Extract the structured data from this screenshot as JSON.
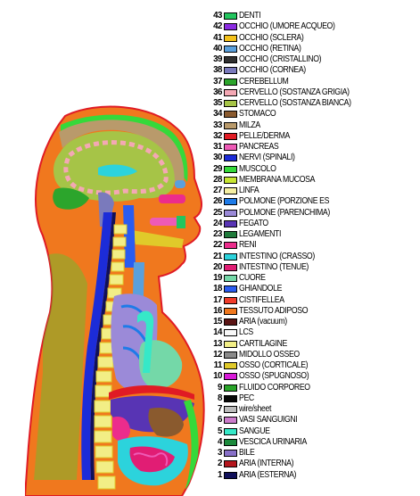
{
  "figure": {
    "section_legend": [
      {
        "index": "43",
        "label": "DENTI",
        "color": "#22c55e"
      },
      {
        "index": "42",
        "label": "OCCHIO (UMORE ACQUEO)",
        "color": "#8b2be2"
      },
      {
        "index": "41",
        "label": "OCCHIO (SCLERA)",
        "color": "#f4c21a"
      },
      {
        "index": "40",
        "label": "OCCHIO (RETINA)",
        "color": "#5aa0dc"
      },
      {
        "index": "39",
        "label": "OCCHIO (CRISTALLINO)",
        "color": "#303030"
      },
      {
        "index": "38",
        "label": "OCCHIO (CORNEA)",
        "color": "#7a7abc"
      },
      {
        "index": "37",
        "label": "CEREBELLUM",
        "color": "#2ca52c"
      },
      {
        "index": "36",
        "label": "CERVELLO (SOSTANZA GRIGIA)",
        "color": "#f4a8b4"
      },
      {
        "index": "35",
        "label": "CERVELLO (SOSTANZA BIANCA)",
        "color": "#a6c447"
      },
      {
        "index": "34",
        "label": "STOMACO",
        "color": "#8a5a2e"
      },
      {
        "index": "33",
        "label": "MILZA",
        "color": "#b99a6b"
      },
      {
        "index": "32",
        "label": "PELLE/DERMA",
        "color": "#e01b24"
      },
      {
        "index": "31",
        "label": "PANCREAS",
        "color": "#ee5ab6"
      },
      {
        "index": "30",
        "label": "NERVI (SPINALI)",
        "color": "#1c2cd8"
      },
      {
        "index": "29",
        "label": "MUSCOLO",
        "color": "#35d93a"
      },
      {
        "index": "28",
        "label": "MEMBRANA MUCOSA",
        "color": "#c8e632"
      },
      {
        "index": "27",
        "label": "LINFA",
        "color": "#f6f0a4"
      },
      {
        "index": "26",
        "label": "POLMONE (PORZIONE ES",
        "color": "#1e7be8"
      },
      {
        "index": "25",
        "label": "POLMONE (PARENCHIMA)",
        "color": "#9b8ad8"
      },
      {
        "index": "24",
        "label": "FEGATO",
        "color": "#5834b4"
      },
      {
        "index": "23",
        "label": "LEGAMENTI",
        "color": "#1f7a3a"
      },
      {
        "index": "22",
        "label": "RENI",
        "color": "#ec2c8c"
      },
      {
        "index": "21",
        "label": "INTESTINO (CRASSO)",
        "color": "#2cd3dc"
      },
      {
        "index": "20",
        "label": "INTESTINO (TENUE)",
        "color": "#e11d74"
      },
      {
        "index": "19",
        "label": "CUORE",
        "color": "#74d8a8"
      },
      {
        "index": "18",
        "label": "GHIANDOLE",
        "color": "#2a5cf0"
      },
      {
        "index": "17",
        "label": "CISTIFELLEA",
        "color": "#f03c2a"
      },
      {
        "index": "16",
        "label": "TESSUTO ADIPOSO",
        "color": "#f0781e"
      },
      {
        "index": "15",
        "label": "ARIA (vacuum)",
        "color": "#5a1414"
      },
      {
        "index": "14",
        "label": "LCS",
        "color": "#f8f8f8"
      },
      {
        "index": "13",
        "label": "CARTILAGINE",
        "color": "#f2ee86"
      },
      {
        "index": "12",
        "label": "MIDOLLO OSSEO",
        "color": "#8a8a8a"
      },
      {
        "index": "11",
        "label": "OSSO (CORTICALE)",
        "color": "#e0ca2a"
      },
      {
        "index": "10",
        "label": "OSSO (SPUGNOSO)",
        "color": "#d81ad8"
      },
      {
        "index": "9",
        "label": "FLUIDO CORPOREO",
        "color": "#28a428"
      },
      {
        "index": "8",
        "label": "PEC",
        "color": "#080808"
      },
      {
        "index": "7",
        "label": "wire/sheet",
        "color": "#bcbcbc"
      },
      {
        "index": "6",
        "label": "VASI SANGUIGNI",
        "color": "#cc7ccc"
      },
      {
        "index": "5",
        "label": "SANGUE",
        "color": "#36e8c8"
      },
      {
        "index": "4",
        "label": "VESCICA URINARIA",
        "color": "#1c8a3c"
      },
      {
        "index": "3",
        "label": "BILE",
        "color": "#8870c8"
      },
      {
        "index": "2",
        "label": "ARIA (INTERNA)",
        "color": "#b4151c"
      },
      {
        "index": "1",
        "label": "ARIA (ESTERNA)",
        "color": "#10105a"
      }
    ]
  }
}
